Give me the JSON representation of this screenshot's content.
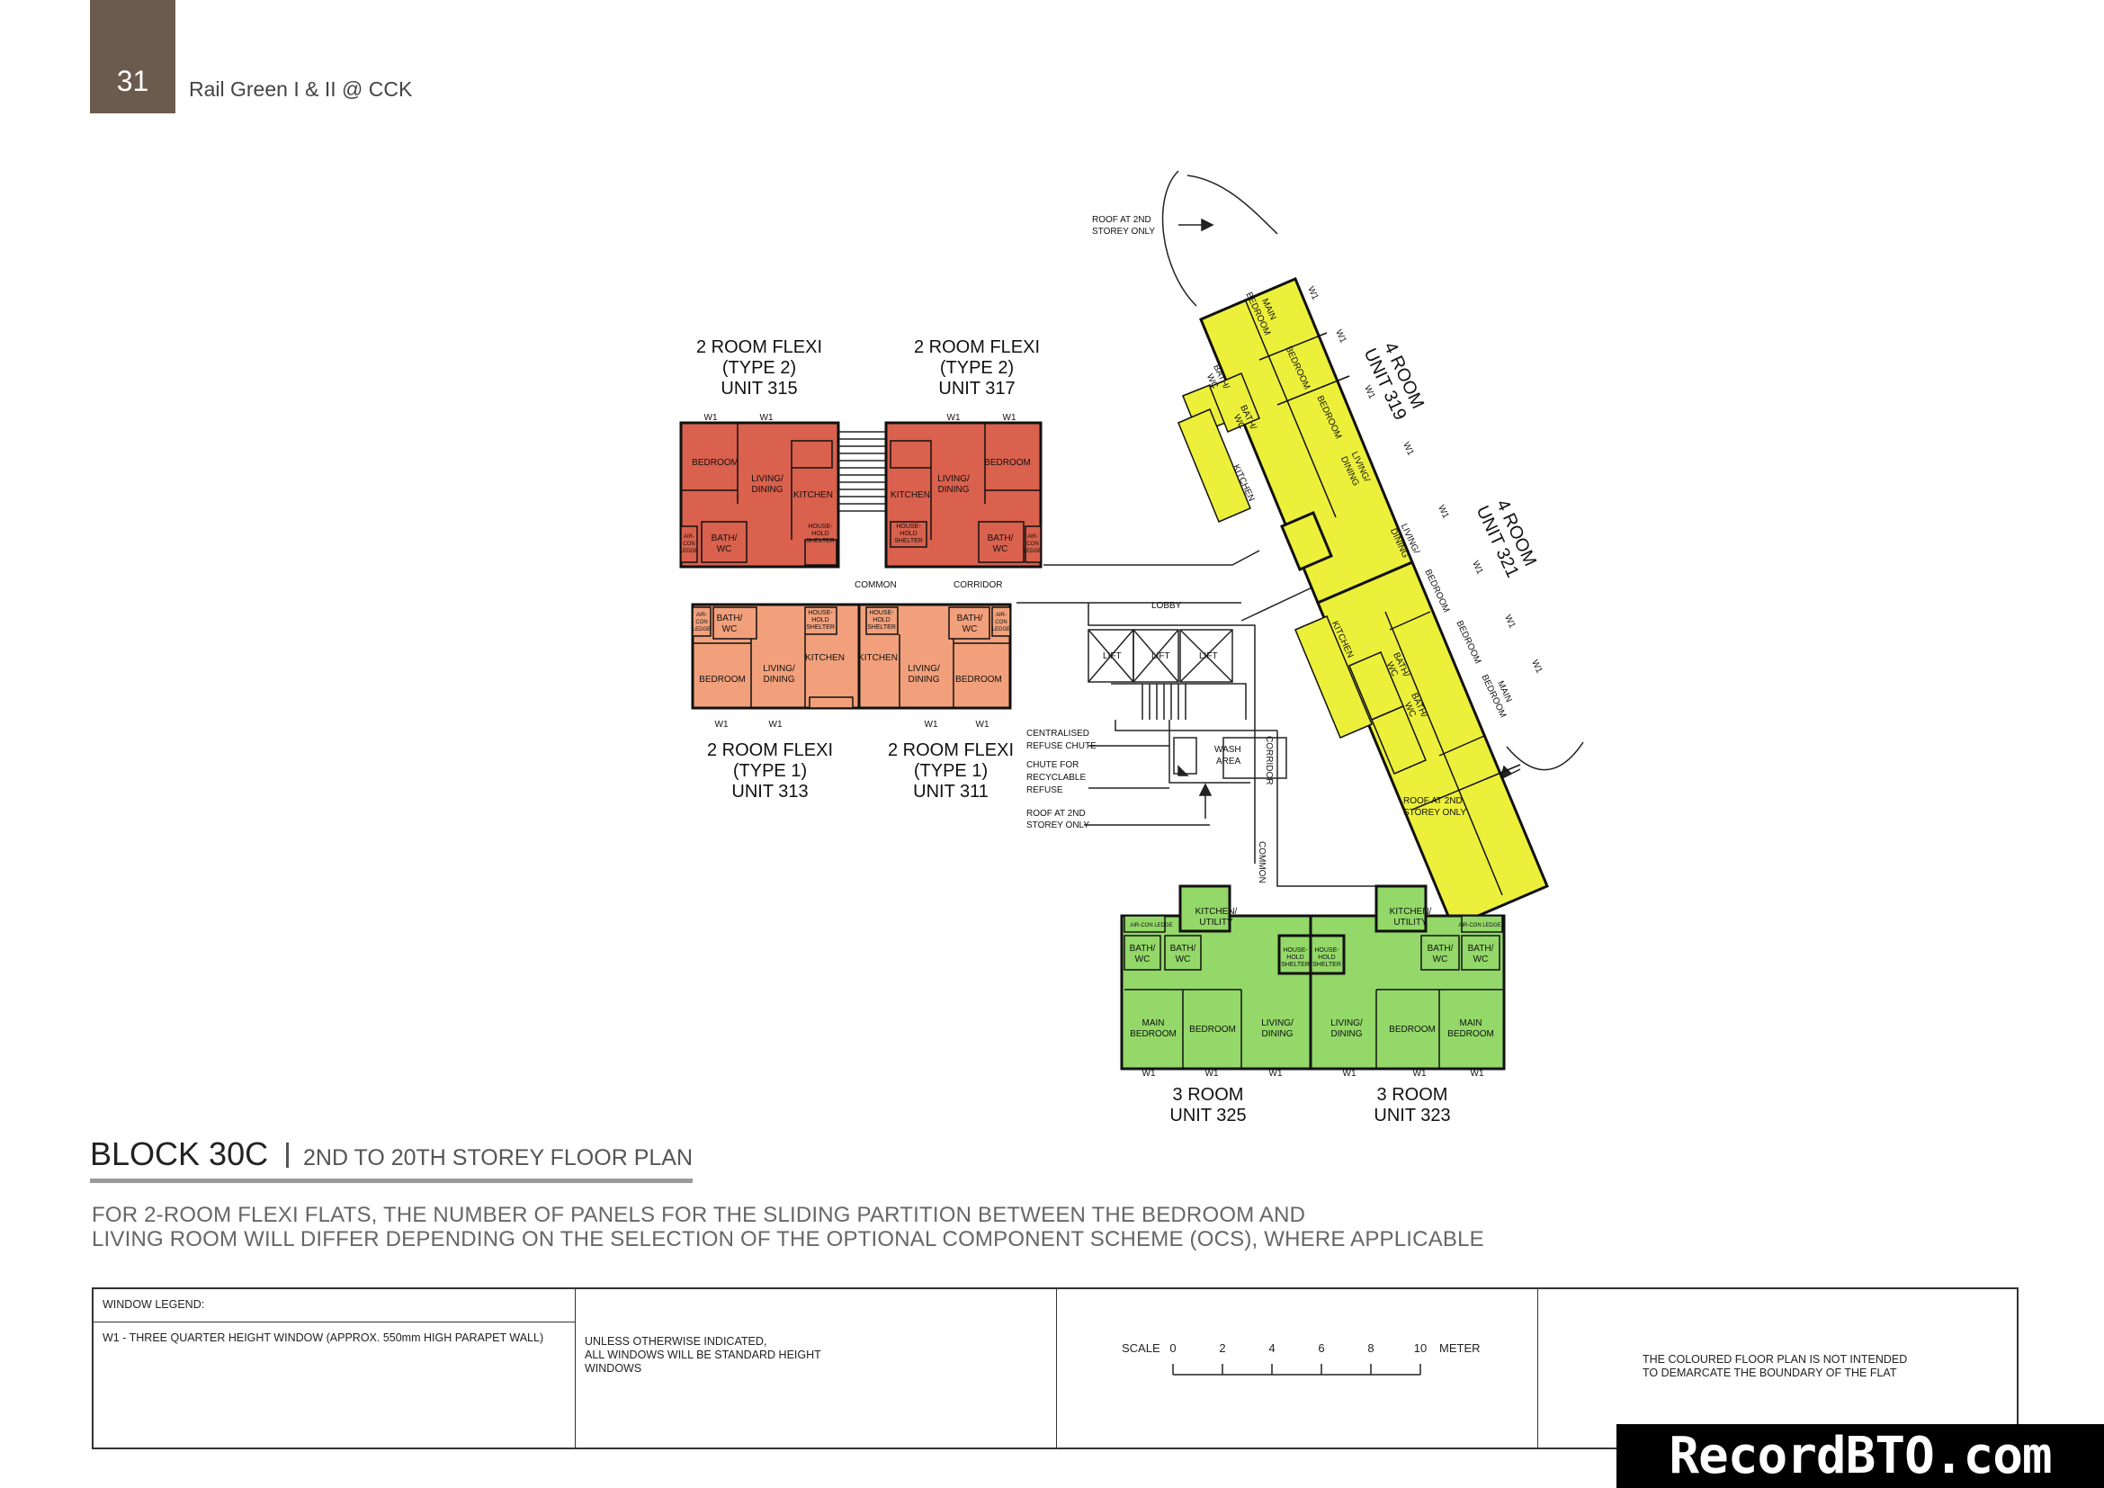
{
  "page": {
    "number": "31",
    "title": "Rail Green I & II @ CCK"
  },
  "block": {
    "title": "BLOCK 30C",
    "subtitle": "2ND TO 20TH STOREY FLOOR PLAN"
  },
  "note": {
    "line1": "FOR 2-ROOM FLEXI FLATS, THE NUMBER OF PANELS FOR THE SLIDING PARTITION BETWEEN THE BEDROOM AND",
    "line2": "LIVING ROOM WILL DIFFER DEPENDING ON THE SELECTION OF THE OPTIONAL COMPONENT SCHEME (OCS), WHERE APPLICABLE"
  },
  "legend": {
    "header": "WINDOW LEGEND:",
    "w1": "W1 - THREE QUARTER HEIGHT WINDOW (APPROX. 550mm HIGH PARAPET WALL)",
    "standard_1": "UNLESS OTHERWISE INDICATED,",
    "standard_2": "ALL WINDOWS WILL BE STANDARD HEIGHT",
    "standard_3": "WINDOWS",
    "scale_label": "SCALE",
    "scale_unit": "METER",
    "scale_ticks": [
      "0",
      "2",
      "4",
      "6",
      "8",
      "10"
    ],
    "disclaimer_1": "THE COLOURED FLOOR PLAN IS NOT INTENDED",
    "disclaimer_2": "TO DEMARCATE THE BOUNDARY OF THE FLAT"
  },
  "units": {
    "u315": {
      "type": "2 ROOM FLEXI",
      "sub": "(TYPE 2)",
      "unit": "UNIT 315"
    },
    "u317": {
      "type": "2 ROOM FLEXI",
      "sub": "(TYPE 2)",
      "unit": "UNIT 317"
    },
    "u313": {
      "type": "2 ROOM FLEXI",
      "sub": "(TYPE 1)",
      "unit": "UNIT 313"
    },
    "u311": {
      "type": "2 ROOM FLEXI",
      "sub": "(TYPE 1)",
      "unit": "UNIT 311"
    },
    "u319": {
      "type": "4 ROOM",
      "unit": "UNIT 319"
    },
    "u321": {
      "type": "4 ROOM",
      "unit": "UNIT 321"
    },
    "u325": {
      "type": "3 ROOM",
      "unit": "UNIT 325"
    },
    "u323": {
      "type": "3 ROOM",
      "unit": "UNIT 323"
    }
  },
  "rooms": {
    "bedroom": "BEDROOM",
    "living_dining_1": "LIVING/",
    "living_dining_2": "DINING",
    "kitchen": "KITCHEN",
    "bath_1": "BATH/",
    "bath_2": "WC",
    "hs_1": "HOUSE-",
    "hs_2": "HOLD",
    "hs_3": "SHELTER",
    "aircon_1": "AIR-",
    "aircon_2": "CON",
    "aircon_3": "LEDGE",
    "aircon_ledge": "AIR-CON LEDGE",
    "main_1": "MAIN",
    "main_2": "BEDROOM",
    "kitchen_utility_1": "KITCHEN/",
    "kitchen_utility_2": "UTILITY",
    "w1": "W1"
  },
  "labels": {
    "common": "COMMON",
    "corridor": "CORRIDOR",
    "lobby": "LOBBY",
    "lift": "LIFT",
    "wash_1": "WASH",
    "wash_2": "AREA",
    "refuse_1": "CENTRALISED",
    "refuse_2": "REFUSE CHUTE",
    "recycle_1": "CHUTE FOR",
    "recycle_2": "RECYCLABLE",
    "recycle_3": "REFUSE",
    "roof_1": "ROOF AT 2ND",
    "roof_2": "STOREY ONLY"
  },
  "colors": {
    "flexi_type2": "#d9614d",
    "flexi_type1": "#f2a07b",
    "four_room": "#ecf03a",
    "three_room": "#93d868",
    "wall": "#111111",
    "tab": "#6b5a4e"
  },
  "watermark": "RecordBTO.com"
}
